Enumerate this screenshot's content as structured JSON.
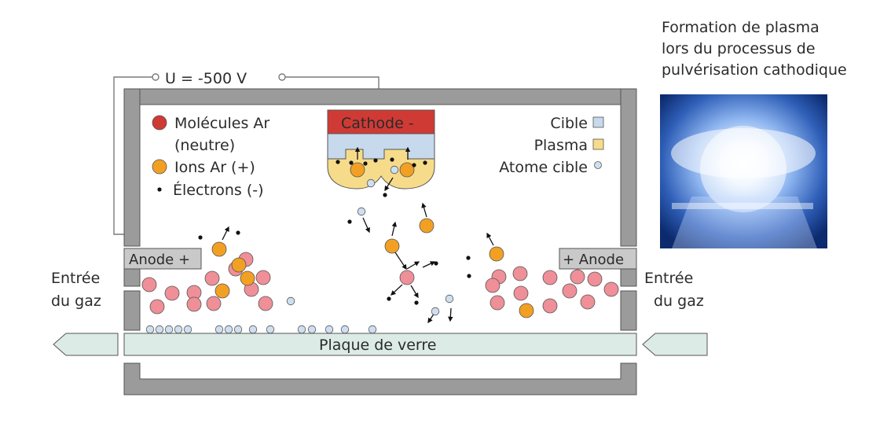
{
  "caption": {
    "line1": "Formation de plasma",
    "line2": "lors du processus de",
    "line3": "pulvérisation cathodique"
  },
  "voltage_label": "U = -500 V",
  "cathode_label": "Cathode -",
  "anode_left_label": "Anode +",
  "anode_right_label": "+ Anode",
  "gas_inlet_left": {
    "line1": "Entrée",
    "line2": "du gaz"
  },
  "gas_inlet_right": {
    "line1": "Entrée",
    "line2": "du gaz"
  },
  "glass_plate_label": "Plaque de verre",
  "legend_left": {
    "ar_molecules_line1": "Molécules Ar",
    "ar_molecules_line2": "(neutre)",
    "ar_ions": "Ions Ar (+)",
    "electrons": "Électrons (-)"
  },
  "legend_right": {
    "target": "Cible",
    "plasma": "Plasma",
    "target_atom": "Atome cible"
  },
  "colors": {
    "chamber_wall": "#9b9b9b",
    "anode": "#c9c9c9",
    "cathode": "#d03a35",
    "target": "#c7d9ec",
    "plasma": "#f6dc8a",
    "ar_molecule": "#ef8f98",
    "ar_ion": "#f2a023",
    "target_atom": "#cfdff0",
    "glass_plate": "#dcebe5",
    "electron": "#111111"
  }
}
